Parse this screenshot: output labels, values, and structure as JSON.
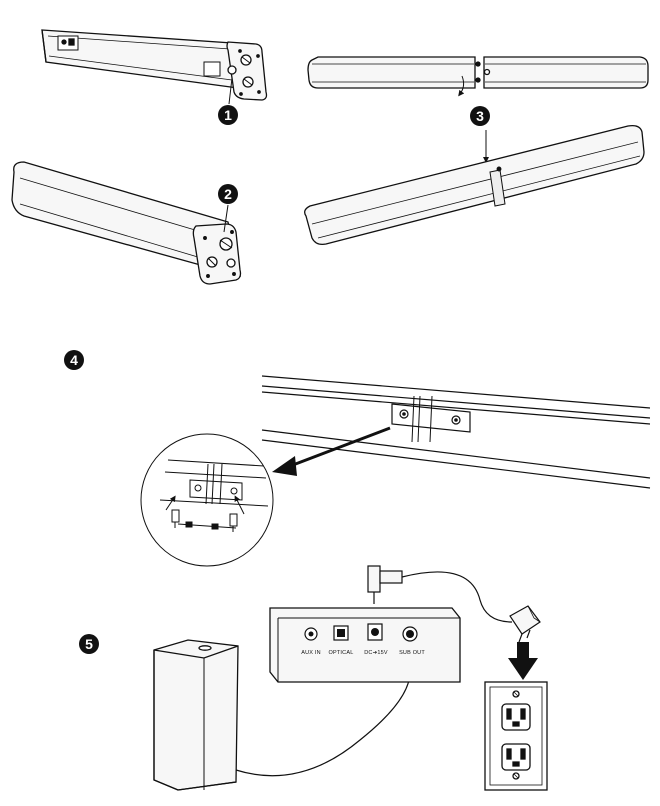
{
  "steps": [
    {
      "number": "1"
    },
    {
      "number": "2"
    },
    {
      "number": "3"
    },
    {
      "number": "4"
    },
    {
      "number": "5"
    }
  ],
  "ports": {
    "aux_in": "AUX IN",
    "optical": "OPTICAL",
    "dc_in": "DC➔15V",
    "sub_out": "SUB OUT"
  },
  "colors": {
    "line": "#111111",
    "bar_fill": "#f7f7f7",
    "step_badge": "#111111"
  }
}
